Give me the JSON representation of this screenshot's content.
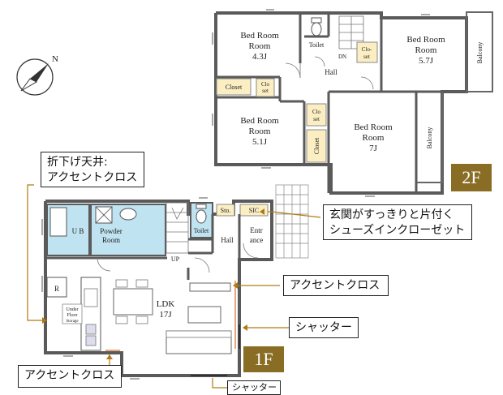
{
  "floor2": {
    "badge": "2F",
    "rooms": {
      "bed_43": {
        "name": "Bed Room",
        "size": "4.3J"
      },
      "bed_57": {
        "name": "Bed Room",
        "size": "5.7J"
      },
      "bed_51": {
        "name": "Bed Room",
        "size": "5.1J"
      },
      "bed_7": {
        "name": "Bed Room",
        "size": "7J"
      }
    },
    "toilet": "Toilet",
    "hall": "Hall",
    "dn": "DN",
    "closet_label": "Closet",
    "clo_set_label": "Clo\nset",
    "balcony": "Balcony"
  },
  "floor1": {
    "badge": "1F",
    "ub": "U B",
    "powder": "Powder Room",
    "toilet": "Toilet",
    "sto": "Sto.",
    "sic": "SIC",
    "hall": "Hall",
    "entrance": "Entr ance",
    "ldk_name": "LDK",
    "ldk_size": "17J",
    "up": "UP",
    "underfloor": "Under Floor Storage",
    "r_mark": "R"
  },
  "annotations": {
    "ceiling_line1": "折下げ天井:",
    "ceiling_line2": "アクセントクロス",
    "entrance_line1": "玄関がすっきりと片付く",
    "entrance_line2": "シューズインクローゼット",
    "accent_right": "アクセントクロス",
    "shutter_right": "シャッター",
    "accent_bottom": "アクセントクロス",
    "shutter_bottom": "シャッター"
  },
  "colors": {
    "wall": "#5a5a5a",
    "closet_fill": "#fbeec2",
    "water_fill": "#bfe3f0",
    "badge_fill": "#8a6d25",
    "annotation_line": "#b07a10"
  }
}
